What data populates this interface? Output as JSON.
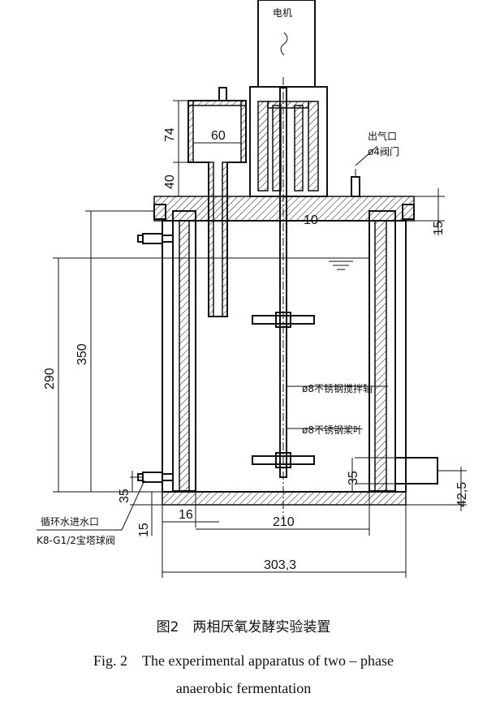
{
  "labels": {
    "motor": "电机",
    "outlet": "出气口",
    "outlet_valve": "ø4阀门",
    "shaft": "ø8不锈钢搅拌轴",
    "impeller": "ø8不锈钢桨叶",
    "inlet": "循环水进水口",
    "inlet_valve": "K8-G1/2宝塔球阀"
  },
  "dimensions": {
    "d74": "74",
    "d60": "60",
    "d40": "40",
    "d10": "10",
    "d15_right": "15",
    "d290": "290",
    "d350": "350",
    "d35_left": "35",
    "d15_left": "15",
    "d16": "16",
    "d210": "210",
    "d303": "303,3",
    "d35_right": "35",
    "d42": "42,5"
  },
  "caption": {
    "cn": "图2　两相厌氧发酵实验装置",
    "en_line1": "Fig. 2　The experimental apparatus of two – phase",
    "en_line2": "anaerobic fermentation"
  }
}
